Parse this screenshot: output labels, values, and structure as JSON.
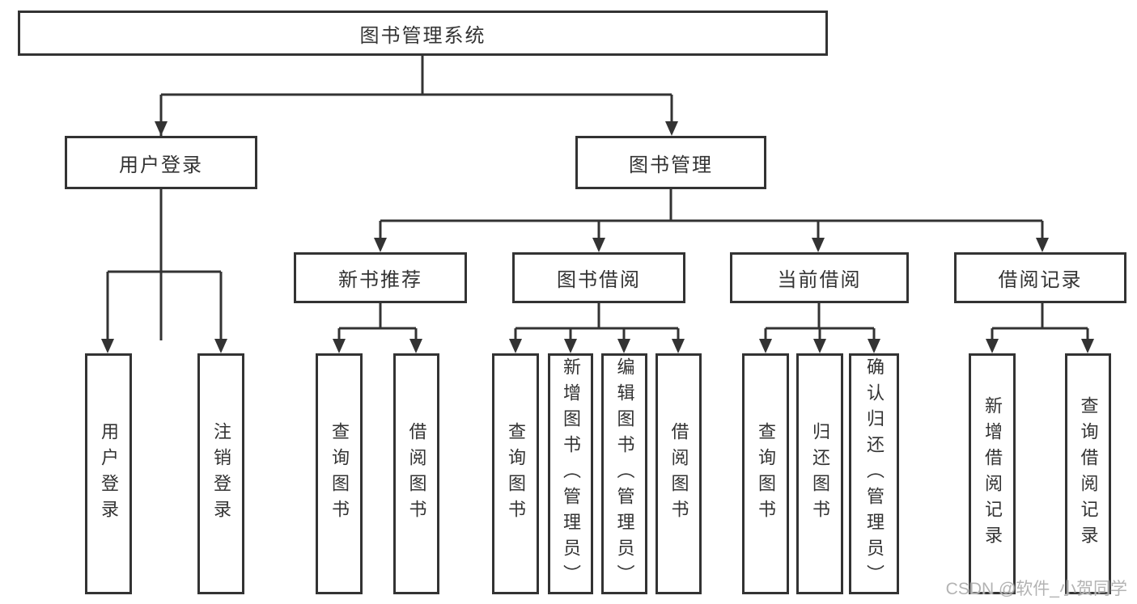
{
  "diagram_title": "图书管理系统",
  "nodes": {
    "root": "图书管理系统",
    "user_login": "用户登录",
    "book_mgmt": "图书管理",
    "new_book_rec": "新书推荐",
    "book_borrow": "图书借阅",
    "current_borrow": "当前借阅",
    "borrow_record": "借阅记录",
    "ul_login": "用户登录",
    "ul_logout": "注销登录",
    "nb_query": "查询图书",
    "nb_borrow": "借阅图书",
    "bb_query": "查询图书",
    "bb_add": "新增图书（管理员）",
    "bb_edit": "编辑图书（管理员）",
    "bb_borrow": "借阅图书",
    "cb_query": "查询图书",
    "cb_return": "归还图书",
    "cb_confirm": "确认归还（管理员）",
    "br_add": "新增借阅记录",
    "br_query": "查询借阅记录"
  },
  "watermark": "CSDN @软件_小贺同学",
  "colors": {
    "line": "#333333",
    "text": "#333333",
    "box_background": "#ffffff",
    "watermark": "#b3b3b3"
  },
  "hierarchy": {
    "图书管理系统": {
      "用户登录": [
        "用户登录",
        "注销登录"
      ],
      "图书管理": {
        "新书推荐": [
          "查询图书",
          "借阅图书"
        ],
        "图书借阅": [
          "查询图书",
          "新增图书（管理员）",
          "编辑图书（管理员）",
          "借阅图书"
        ],
        "当前借阅": [
          "查询图书",
          "归还图书",
          "确认归还（管理员）"
        ],
        "借阅记录": [
          "新增借阅记录",
          "查询借阅记录"
        ]
      }
    }
  }
}
